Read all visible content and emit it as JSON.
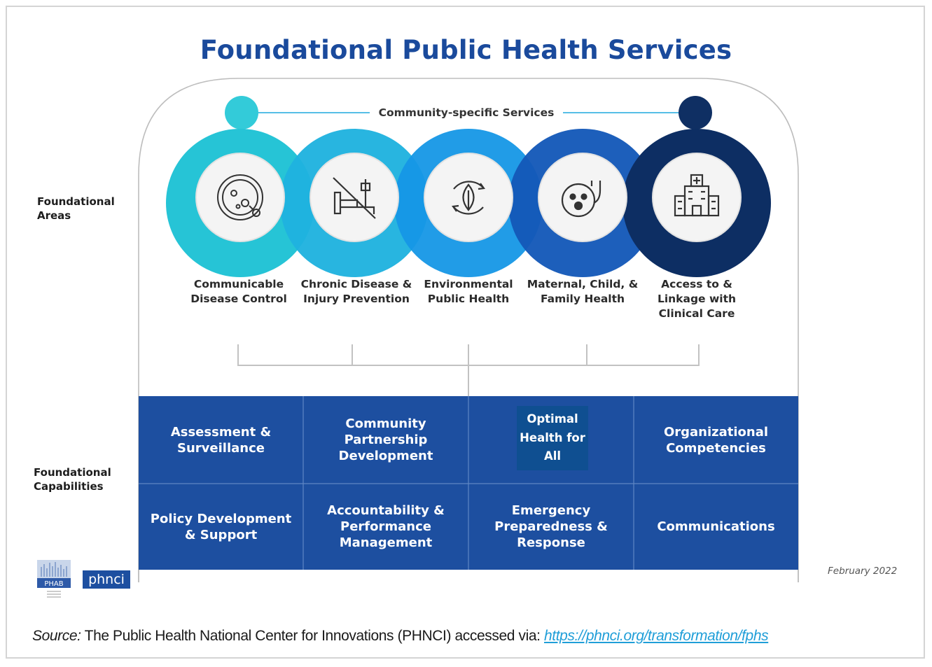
{
  "title": "Foundational Public Health Services",
  "community_label": "Community-specific Services",
  "side_labels": {
    "areas": "Foundational Areas",
    "capabilities": "Foundational Capabilities"
  },
  "foundational_areas": [
    {
      "label": "Communicable Disease Control",
      "icon": "petri-dish-icon",
      "color": "#26c4d6"
    },
    {
      "label": "Chronic Disease & Injury Prevention",
      "icon": "no-hospital-bed-icon",
      "color": "#1fb2df"
    },
    {
      "label": "Environmental Public Health",
      "icon": "leaf-cycle-icon",
      "color": "#1597e6"
    },
    {
      "label": "Maternal, Child, & Family Health",
      "icon": "family-stethoscope-icon",
      "color": "#1458b8"
    },
    {
      "label": "Access to & Linkage with Clinical Care",
      "icon": "hospital-icon",
      "color": "#0d2e63"
    }
  ],
  "foundational_capabilities": [
    "Assessment & Surveillance",
    "Community Partnership Development",
    "Organizational Competencies",
    "Policy Development & Support",
    "Accountability & Performance Management",
    "Emergency Preparedness & Response",
    "Communications"
  ],
  "center_label": "Optimal Health for All",
  "date": "February 2022",
  "logos": {
    "phab": "PHAB",
    "phnci": "phnci"
  },
  "source": {
    "prefix": "Source:",
    "text": "The Public Health National Center for Innovations (PHNCI) accessed via:",
    "link": "https://phnci.org/transformation/fphs"
  },
  "colors": {
    "title": "#1a4a9c",
    "capability_bg": "#1d4fa0",
    "link": "#1f9ed8"
  }
}
